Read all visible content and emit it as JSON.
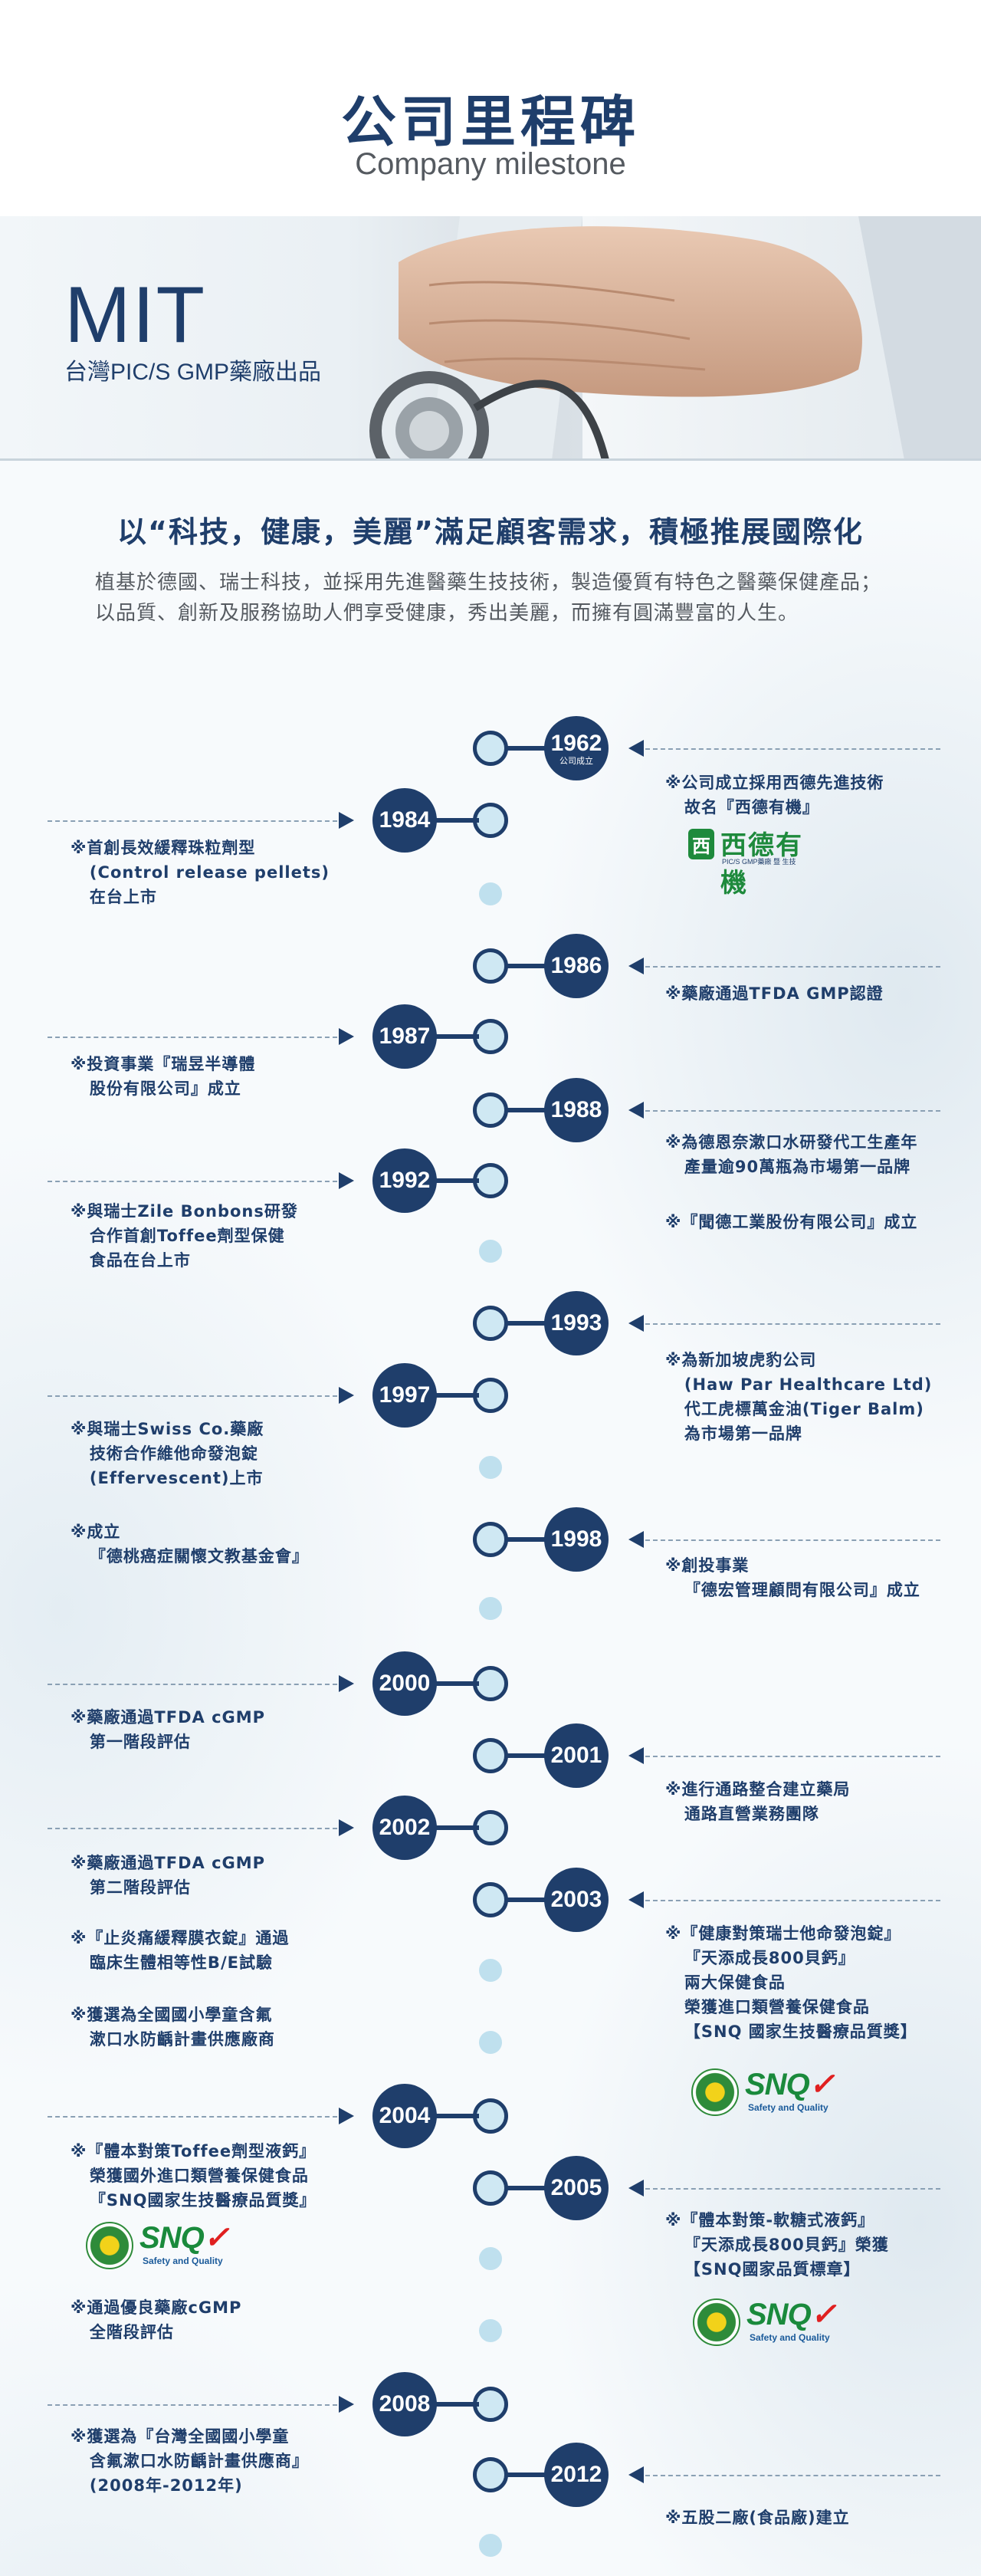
{
  "header": {
    "title_zh": "公司里程碑",
    "title_en": "Company milestone"
  },
  "banner": {
    "heading": "MIT",
    "subheading": "台灣PIC/S GMP藥廠出品"
  },
  "intro": {
    "headline": "以“科技，健康，美麗”滿足顧客需求，積極推展國際化",
    "body": "植基於德國、瑞士科技，並採用先進醫藥生技技術，製造優質有特色之醫藥保健產品；以品質、創新及服務協助人們享受健康，秀出美麗，而擁有圓滿豐富的人生。"
  },
  "timeline": {
    "y1962": "1962",
    "y1962_note": "公司成立",
    "t1962": "※公司成立採用西德先進技術\n   故名『西德有機』",
    "logo_xide": {
      "name": "西德有機",
      "sub": "PIC/S GMP藥廠 暨 生技",
      "mark": "西"
    },
    "y1984": "1984",
    "t1984": "※首創長效緩釋珠粒劑型\n   (Control release pellets)\n   在台上市",
    "y1986": "1986",
    "t1986": "※藥廠通過TFDA GMP認證",
    "y1987": "1987",
    "t1987": "※投資事業『瑞昱半導體\n   股份有限公司』成立",
    "y1988": "1988",
    "t1988a": "※為德恩奈漱口水研發代工生產年\n   產量逾90萬瓶為市場第一品牌",
    "t1988b": "※『聞德工業股份有限公司』成立",
    "y1992": "1992",
    "t1992": "※與瑞士Zile Bonbons研發\n   合作首創Toffee劑型保健\n   食品在台上市",
    "y1993": "1993",
    "t1993": "※為新加坡虎豹公司\n   (Haw Par Healthcare Ltd)\n   代工虎標萬金油(Tiger Balm)\n   為市場第一品牌",
    "y1997": "1997",
    "t1997a": "※與瑞士Swiss Co.藥廠\n   技術合作維他命發泡錠\n   (Effervescent)上市",
    "t1997b": "※成立\n   『德桃癌症關懷文教基金會』",
    "y1998": "1998",
    "t1998": "※創投事業\n   『德宏管理顧問有限公司』成立",
    "y2000": "2000",
    "t2000": "※藥廠通過TFDA cGMP\n   第一階段評估",
    "y2001": "2001",
    "t2001": "※進行通路整合建立藥局\n   通路直營業務團隊",
    "y2002": "2002",
    "t2002a": "※藥廠通過TFDA cGMP\n   第二階段評估",
    "t2002b": "※『止炎痛緩釋膜衣錠』通過\n   臨床生體相等性B/E試驗",
    "t2002c": "※獲選為全國國小學童含氟\n   漱口水防齲計畫供應廠商",
    "y2003": "2003",
    "t2003": "※『健康對策瑞士他命發泡錠』\n   『天添成長800貝鈣』\n   兩大保健食品\n   榮獲進口類營養保健食品\n   【SNQ 國家生技醫療品質獎】",
    "y2004": "2004",
    "t2004a": "※『體本對策Toffee劑型液鈣』\n   榮獲國外進口類營養保健食品\n   『SNQ國家生技醫療品質獎』",
    "t2004b": "※通過優良藥廠cGMP\n   全階段評估",
    "y2005": "2005",
    "t2005": "※『體本對策-軟糖式液鈣』\n   『天添成長800貝鈣』榮獲\n   【SNQ國家品質標章】",
    "y2008": "2008",
    "t2008": "※獲選為『台灣全國國小學童\n   含氟漱口水防齲計畫供應商』\n   (2008年-2012年)",
    "y2012": "2012",
    "t2012": "※五股二廠(食品廠)建立",
    "snq": {
      "mark": "SNQ",
      "check": "✓",
      "tag": "Safety and Quality"
    }
  }
}
